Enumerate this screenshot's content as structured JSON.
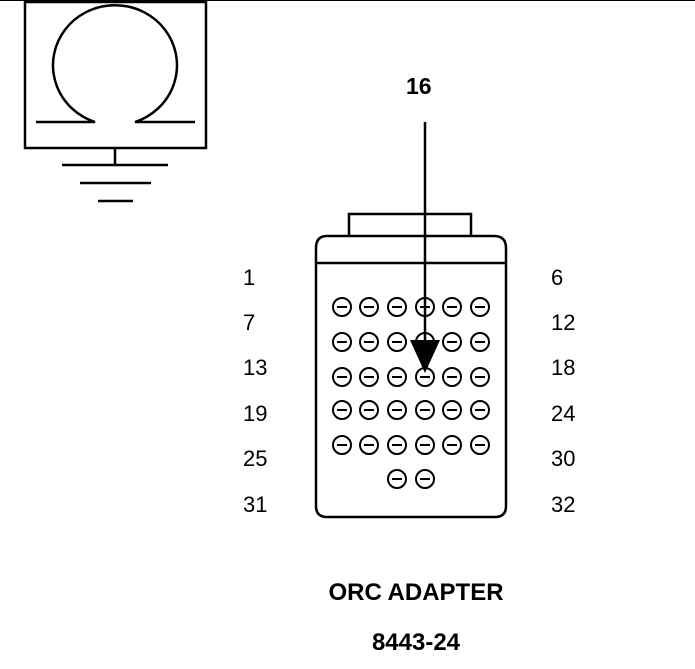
{
  "callout_pin": "16",
  "left_pin_labels": [
    "1",
    "7",
    "13",
    "19",
    "25",
    "31"
  ],
  "right_pin_labels": [
    "6",
    "12",
    "18",
    "24",
    "30",
    "32"
  ],
  "adapter_name": "ORC ADAPTER",
  "adapter_part_number": "8443-24",
  "ohmmeter_symbol": "Ω",
  "connector_layout": {
    "rows": 6,
    "pins_per_row": [
      6,
      6,
      6,
      6,
      6,
      2
    ],
    "total_pins": 32,
    "indicated_pin": 16
  }
}
